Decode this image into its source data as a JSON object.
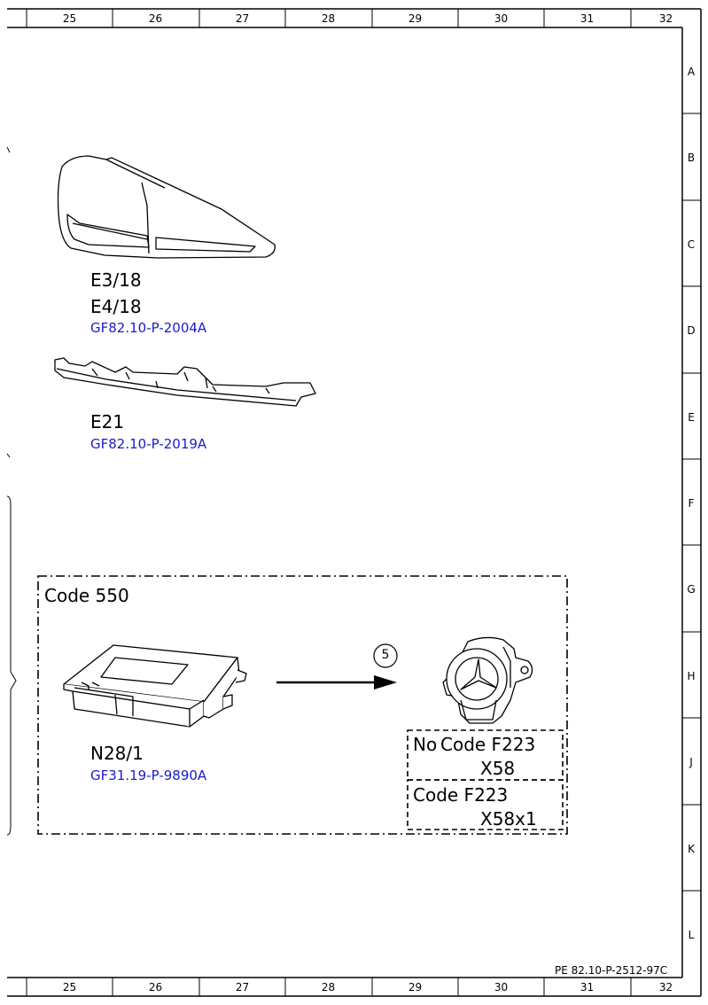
{
  "columns": [
    "25",
    "26",
    "27",
    "28",
    "29",
    "30",
    "31",
    "32"
  ],
  "rows": [
    "A",
    "B",
    "C",
    "D",
    "E",
    "F",
    "G",
    "H",
    "J",
    "K",
    "L"
  ],
  "components": {
    "e3_18": {
      "designation": "E3/18"
    },
    "e4_18": {
      "designation": "E4/18",
      "ref": "GF82.10-P-2004A"
    },
    "e21": {
      "designation": "E21",
      "ref": "GF82.10-P-2019A"
    },
    "n28_1": {
      "designation": "N28/1",
      "ref": "GF31.19-P-9890A"
    }
  },
  "code_box": {
    "label": "Code 550"
  },
  "connection_number": "5",
  "variants": {
    "no_code": {
      "prefix": "No",
      "code": "Code F223",
      "connector": "X58"
    },
    "with_code": {
      "code": "Code F223",
      "connector": "X58x1"
    }
  },
  "document_number": "PE 82.10-P-2512-97C"
}
